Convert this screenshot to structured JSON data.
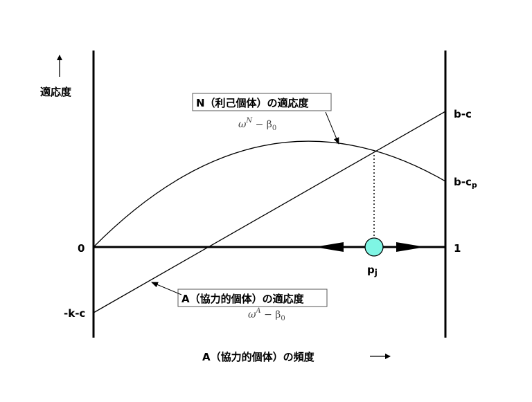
{
  "axes": {
    "y_axis_label": "適応度",
    "x_axis_label": "A（協力的個体）の頻度",
    "x_min_label": "0",
    "x_max_label": "1",
    "right_labels": {
      "b_minus_c": "b-c",
      "b_minus_cp_base": "b-c",
      "b_minus_cp_sub": "p"
    },
    "left_labels": {
      "minus_k_minus_c": "-k-c"
    }
  },
  "annotations": {
    "n_label": "N（利己個体）の適応度",
    "n_formula": {
      "omega": "ω",
      "sup": "N",
      "rest": " − β",
      "sub": "0"
    },
    "a_label": "A（協力的個体）の適応度",
    "a_formula": {
      "omega": "ω",
      "sup": "A",
      "rest": " − β",
      "sub": "0"
    },
    "equilibrium_label_base": "p",
    "equilibrium_label_sub": "j"
  },
  "colors": {
    "equilibrium_fill": "#7ff5e4",
    "line": "#000000"
  }
}
